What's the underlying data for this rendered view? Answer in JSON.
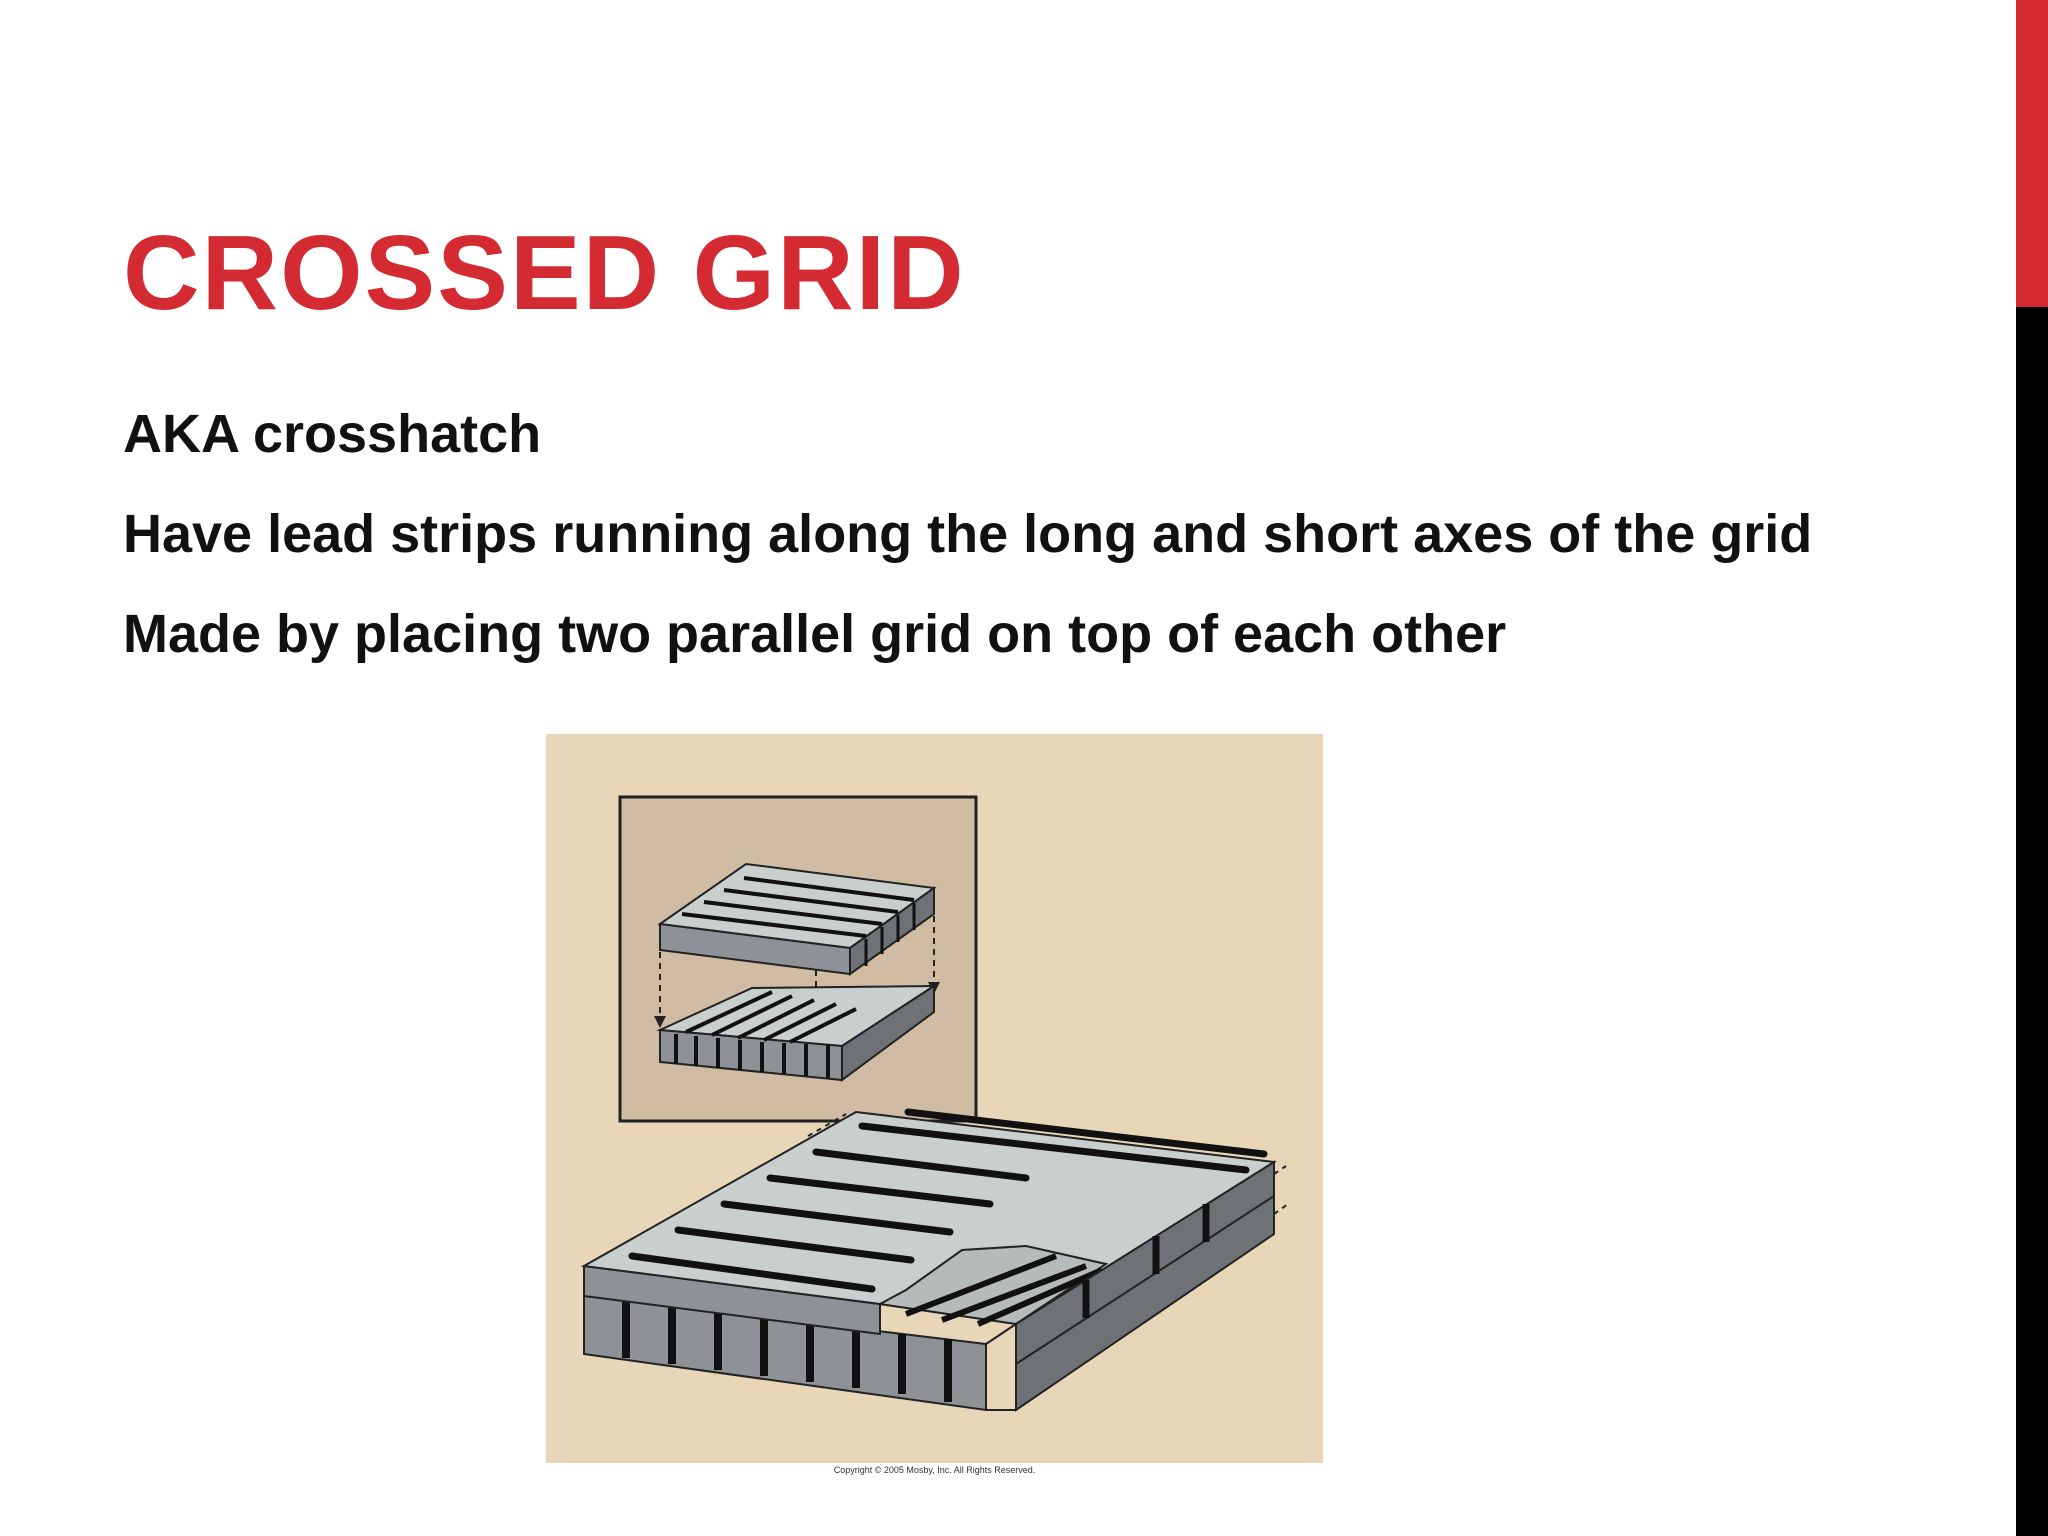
{
  "slide": {
    "title": "CROSSED GRID",
    "bullets": [
      "AKA crosshatch",
      "Have lead strips running along the long and short axes of the grid",
      "Made by placing two parallel grid on top of each other"
    ],
    "figure": {
      "copyright": "Copyright © 2005 Mosby, Inc. All Rights Reserved."
    }
  },
  "colors": {
    "accent": "#d42a32",
    "sidebar_dark": "#000000",
    "figure_background": "#e8d6b8",
    "inset_background": "#cfbca3",
    "grid_top": "#c9cfcd",
    "grid_side": "#8e9195"
  }
}
